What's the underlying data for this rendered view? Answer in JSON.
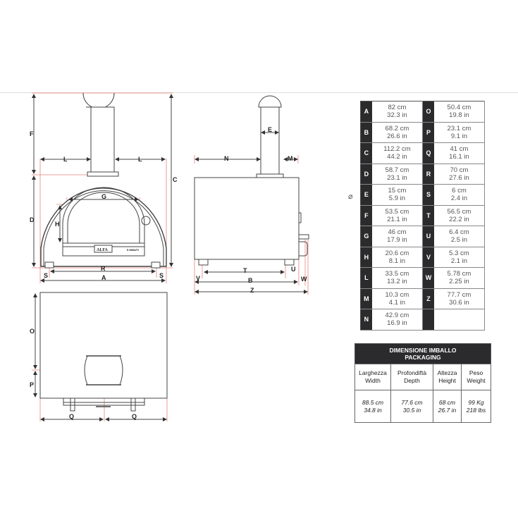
{
  "drawing": {
    "front_view_labels": {
      "F": "F",
      "L_left": "L",
      "L_right": "L",
      "C": "C",
      "D": "D",
      "G": "G",
      "H": "H",
      "R": "R",
      "S_left": "S",
      "S_right": "S",
      "A": "A",
      "brand": "ALFA",
      "model": "5 MINUTI"
    },
    "side_view_labels": {
      "E": "E",
      "N": "N",
      "M": "M",
      "T": "T",
      "V": "V",
      "U": "U",
      "B": "B",
      "W": "W",
      "Z": "Z"
    },
    "top_view_labels": {
      "O": "O",
      "P": "P",
      "Q_left": "Q",
      "Q_right": "Q"
    },
    "diameter_symbol": "⌀"
  },
  "dimensions": {
    "left": [
      {
        "label": "A",
        "cm": "82 cm",
        "in": "32.3 in"
      },
      {
        "label": "B",
        "cm": "68.2 cm",
        "in": "26.6 in"
      },
      {
        "label": "C",
        "cm": "112.2 cm",
        "in": "44.2 in"
      },
      {
        "label": "D",
        "cm": "58.7 cm",
        "in": "23.1 in"
      },
      {
        "label": "E",
        "cm": "15 cm",
        "in": "5.9 in"
      },
      {
        "label": "F",
        "cm": "53.5 cm",
        "in": "21.1 in"
      },
      {
        "label": "G",
        "cm": "46 cm",
        "in": "17.9 in"
      },
      {
        "label": "H",
        "cm": "20.6 cm",
        "in": "8.1 in"
      },
      {
        "label": "L",
        "cm": "33.5 cm",
        "in": "13.2 in"
      },
      {
        "label": "M",
        "cm": "10.3 cm",
        "in": "4.1 in"
      },
      {
        "label": "N",
        "cm": "42.9 cm",
        "in": "16.9 in"
      }
    ],
    "right": [
      {
        "label": "O",
        "cm": "50.4 cm",
        "in": "19.8 in"
      },
      {
        "label": "P",
        "cm": "23.1 cm",
        "in": "9.1 in"
      },
      {
        "label": "Q",
        "cm": "41 cm",
        "in": "16.1 in"
      },
      {
        "label": "R",
        "cm": "70 cm",
        "in": "27.6 in"
      },
      {
        "label": "S",
        "cm": "6 cm",
        "in": "2.4 in"
      },
      {
        "label": "T",
        "cm": "56.5 cm",
        "in": "22.2 in"
      },
      {
        "label": "U",
        "cm": "6.4 cm",
        "in": "2.5 in"
      },
      {
        "label": "V",
        "cm": "5.3 cm",
        "in": "2.1 in"
      },
      {
        "label": "W",
        "cm": "5.78 cm",
        "in": "2.25 in"
      },
      {
        "label": "Z",
        "cm": "77.7 cm",
        "in": "30.6 in"
      },
      {
        "label": "",
        "cm": "",
        "in": ""
      }
    ]
  },
  "packaging": {
    "title_line1": "DIMENSIONE IMBALLO",
    "title_line2": "PACKAGING",
    "columns": [
      {
        "it": "Larghezza",
        "en": "Width",
        "cm": "88.5 cm",
        "in": "34.8 in"
      },
      {
        "it": "Profondiftà",
        "en": "Depth",
        "cm": "77.6 cm",
        "in": "30.5 in"
      },
      {
        "it": "Altezza",
        "en": "Height",
        "cm": "68 cm",
        "in": "26.7 in"
      },
      {
        "it": "Peso",
        "en": "Weight",
        "cm": "99 Kg",
        "in": "218 lbs"
      }
    ]
  },
  "colors": {
    "dark_cell": "#2b2b2e",
    "red_guide": "#e8827a",
    "line": "#555555"
  }
}
